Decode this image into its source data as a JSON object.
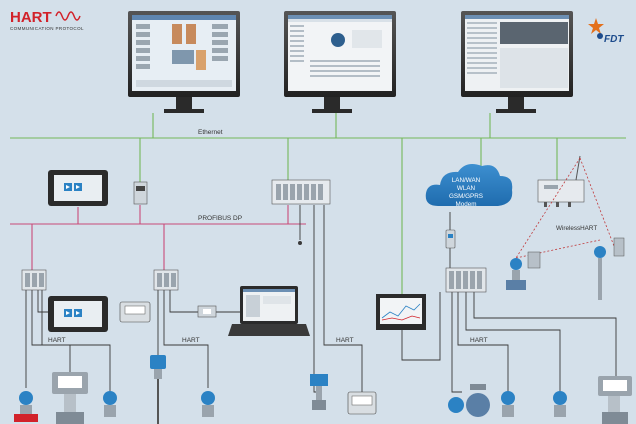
{
  "logo": {
    "brand": "HART",
    "subtitle": "COMMUNICATION PROTOCOL",
    "fdt": "FDT"
  },
  "labels": {
    "ethernet": "Ethernet",
    "profibus": "PROFIBUS DP",
    "hart_1": "HART",
    "hart_2": "HART",
    "hart_3": "HART",
    "hart_4": "HART",
    "wireless": "WirelessHART",
    "cloud_lines": [
      "LAN/WAN",
      "WLAN",
      "GSM/GPRS",
      "Modem"
    ]
  },
  "colors": {
    "background": "#d4e0ea",
    "ethernet": "#74b85a",
    "profibus": "#c94a78",
    "hart": "#3a3a3a",
    "wireless": "#c0393b",
    "brand_red": "#d2222a",
    "device_blue": "#2b82c4"
  }
}
